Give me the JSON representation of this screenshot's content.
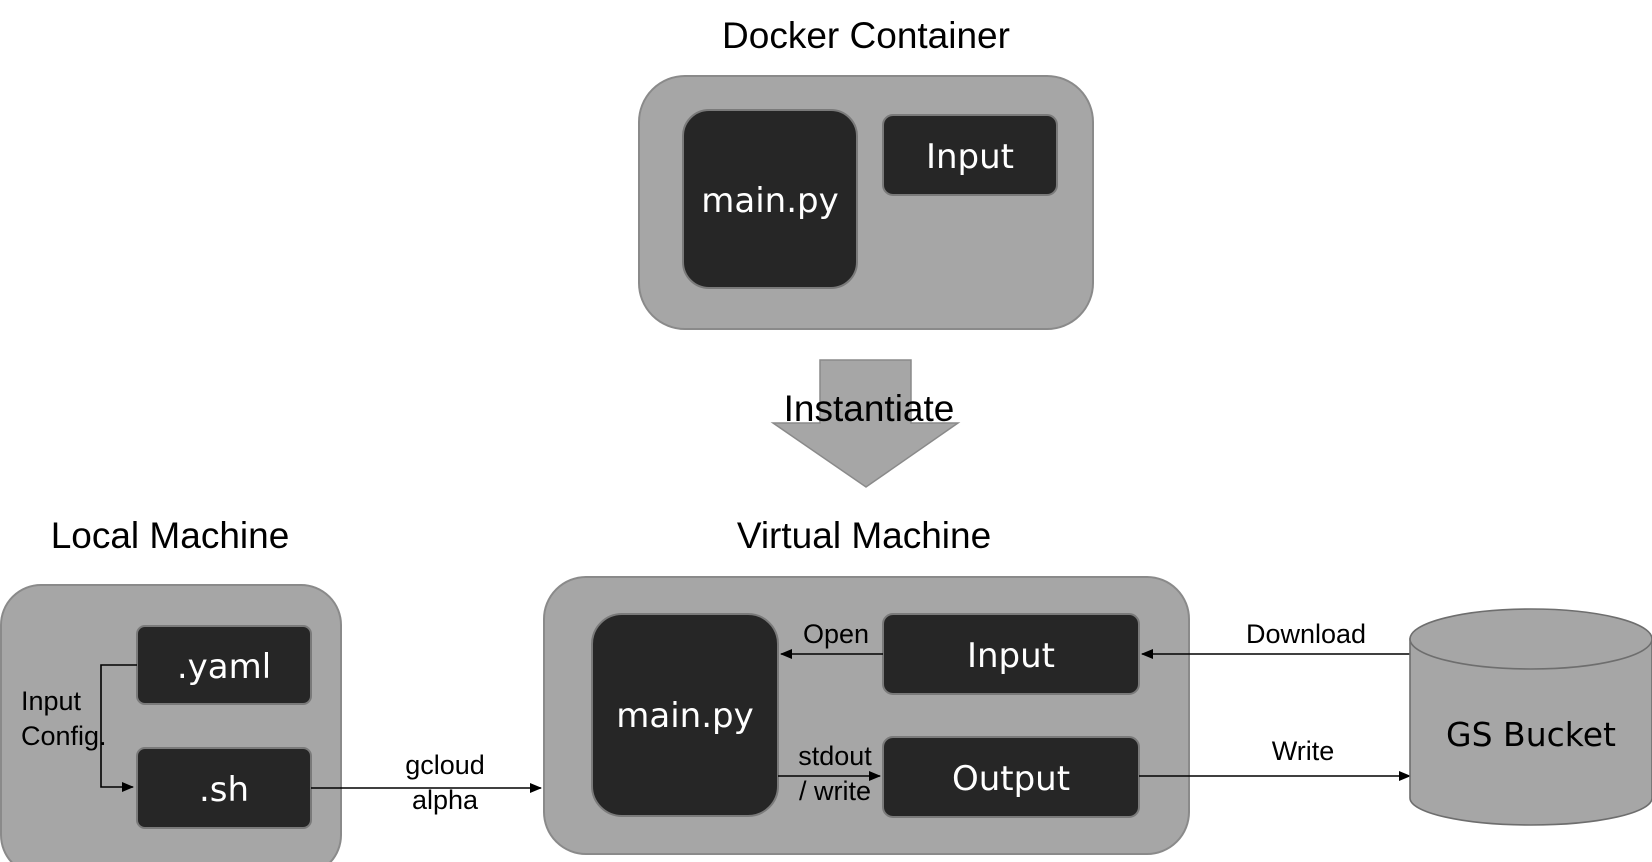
{
  "docker": {
    "title": "Docker Container",
    "main": "main.py",
    "input": "Input"
  },
  "instantiate": "Instantiate",
  "local": {
    "title": "Local Machine",
    "yaml": ".yaml",
    "sh": ".sh",
    "config_line1": "Input",
    "config_line2": "Config."
  },
  "vm": {
    "title": "Virtual Machine",
    "main": "main.py",
    "input": "Input",
    "output": "Output"
  },
  "bucket": {
    "label": "GS Bucket"
  },
  "edges": {
    "gcloud_line1": "gcloud",
    "gcloud_line2": "alpha",
    "open": "Open",
    "stdout_line1": "stdout",
    "stdout_line2": "/ write",
    "download": "Download",
    "write": "Write"
  },
  "colors": {
    "container": "#a6a6a6",
    "box": "#262626",
    "text_on_box": "#ffffff"
  }
}
